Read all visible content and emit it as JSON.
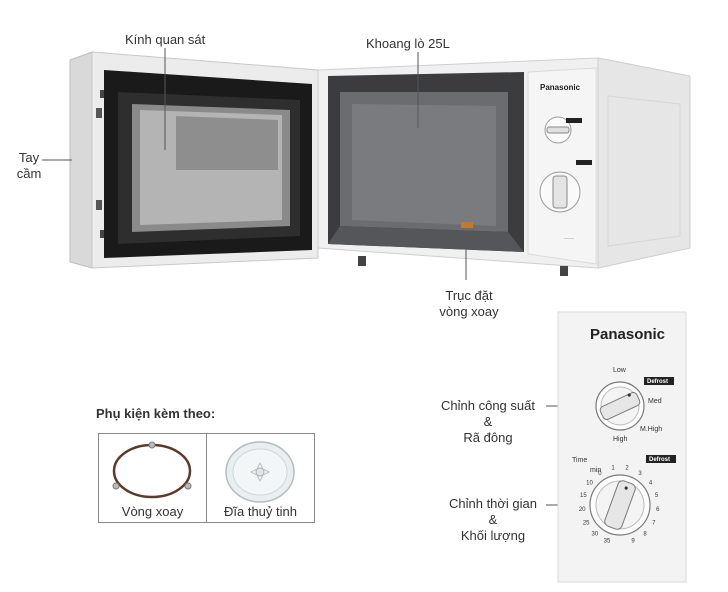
{
  "callouts": {
    "viewing_glass": "Kính quan sát",
    "cavity": "Khoang lò 25L",
    "handle_line1": "Tay",
    "handle_line2": "cầm",
    "turntable_line1": "Trục đặt",
    "turntable_line2": "vòng xoay",
    "power_line1": "Chỉnh công suất",
    "power_line2": "&",
    "power_line3": "Rã đông",
    "timer_line1": "Chỉnh thời gian",
    "timer_line2": "&",
    "timer_line3": "Khối lượng"
  },
  "brand": "Panasonic",
  "panel": {
    "power_dial": {
      "low": "Low",
      "defrost": "Defrost",
      "med": "Med",
      "m_high": "M.High",
      "high": "High"
    },
    "timer_dial": {
      "time": "Time",
      "min": "min",
      "defrost": "Defrost",
      "ticks": [
        "35",
        "30",
        "25",
        "20",
        "15",
        "10",
        "0",
        "1",
        "2",
        "3",
        "4",
        "5",
        "6",
        "7",
        "8",
        "9"
      ]
    }
  },
  "accessories": {
    "title": "Phụ kiện kèm theo:",
    "items": [
      {
        "caption": "Vòng xoay"
      },
      {
        "caption": "Đĩa thuỷ tinh"
      }
    ]
  },
  "colors": {
    "body_white": "#f2f2f2",
    "cavity_dark": "#3c3c3e",
    "cavity_grey": "#6b6c70",
    "defrost_tag": "#222222",
    "leader": "#555555"
  }
}
